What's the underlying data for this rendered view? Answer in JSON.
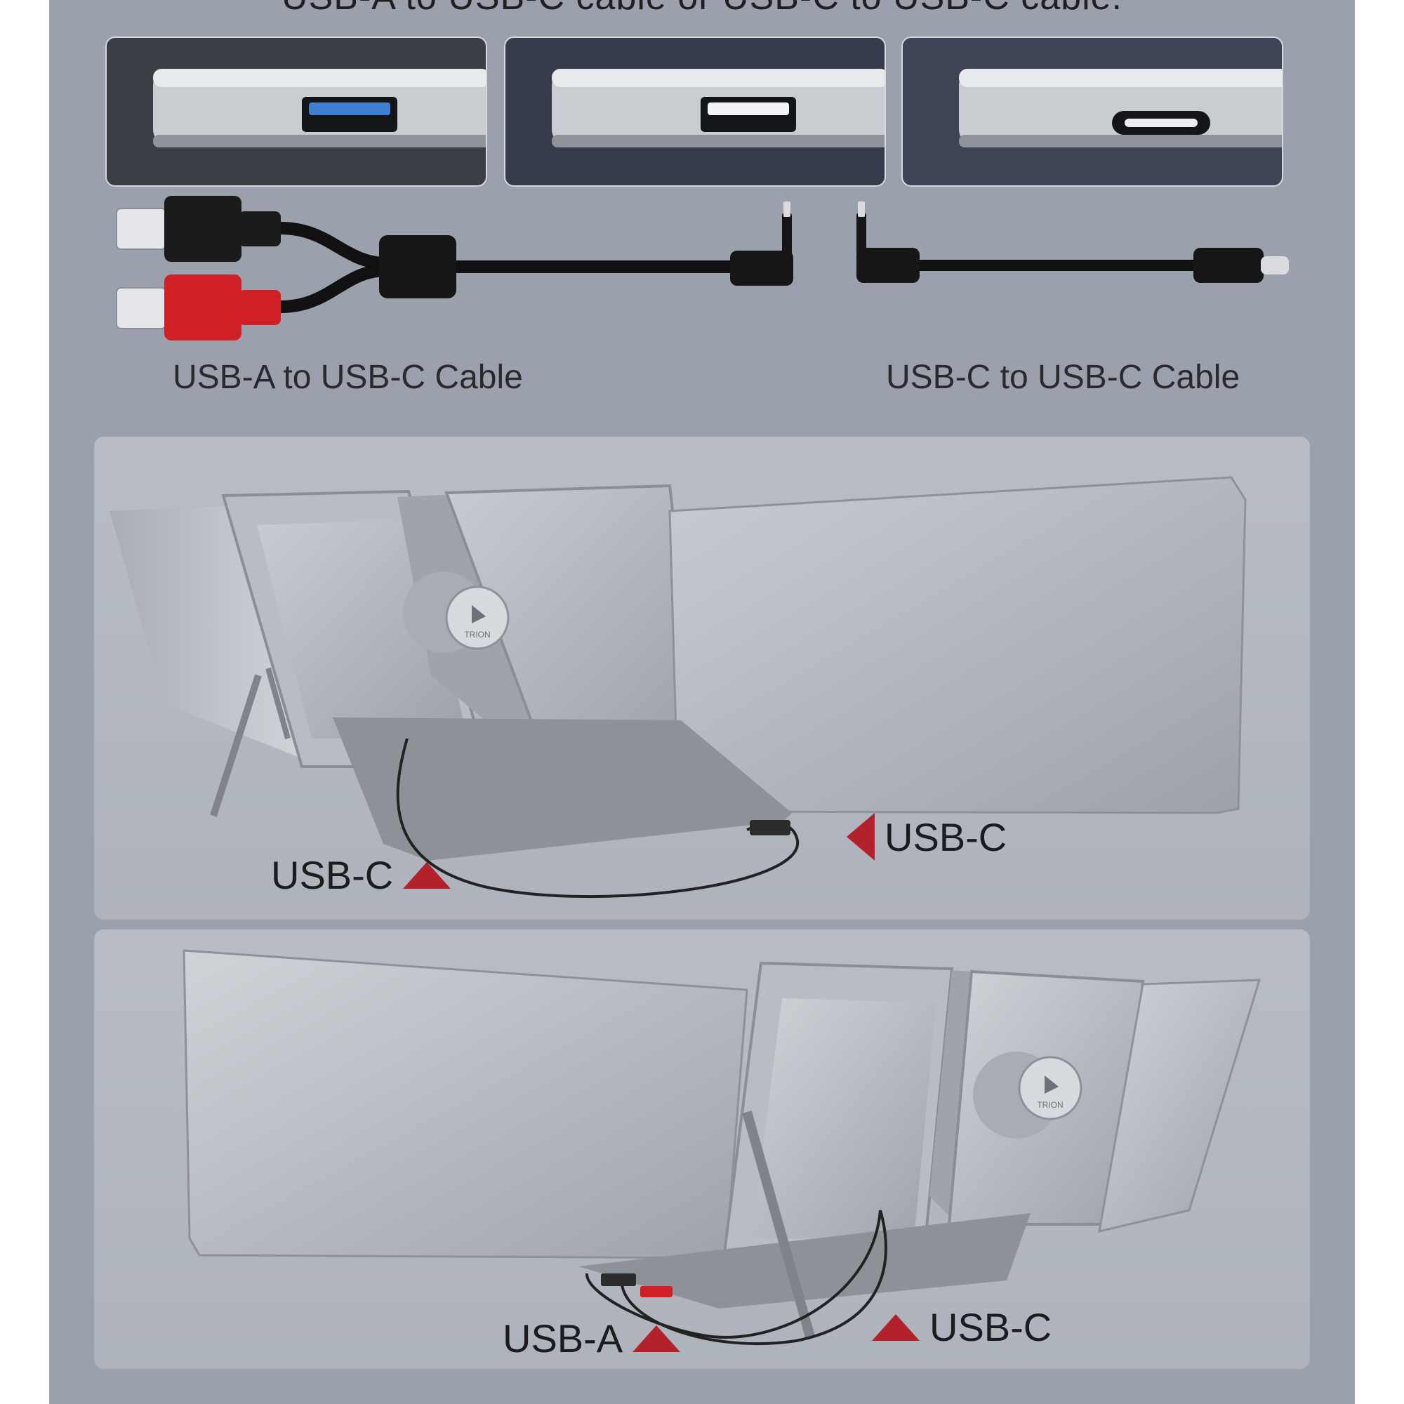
{
  "header": {
    "caption": "USB-A to USB-C cable or USB-C to USB-C cable."
  },
  "port_cards": [
    {
      "port": "USB-A",
      "insert_color": "#3f7fd0",
      "background": "#3b3e45"
    },
    {
      "port": "USB-A",
      "insert_color": "#f2f3f5",
      "background": "#363c4c"
    },
    {
      "port": "USB-C",
      "insert_color": "#eceef1",
      "background": "#3d4456"
    }
  ],
  "cables": {
    "usb_a_label": "USB-A to USB-C Cable",
    "usb_c_label": "USB-C to USB-C Cable",
    "plug_colors": [
      "#1b1b1b",
      "#d11f26"
    ]
  },
  "setup_1": {
    "logo_text": "TRION",
    "callout_left": "USB-C",
    "callout_right": "USB-C"
  },
  "setup_2": {
    "logo_text": "TRION",
    "callout_left": "USB-A",
    "callout_right": "USB-C"
  },
  "colors": {
    "background": "#9ba1ac",
    "panel": "#b4b9c1",
    "accent_red": "#b3222a"
  }
}
